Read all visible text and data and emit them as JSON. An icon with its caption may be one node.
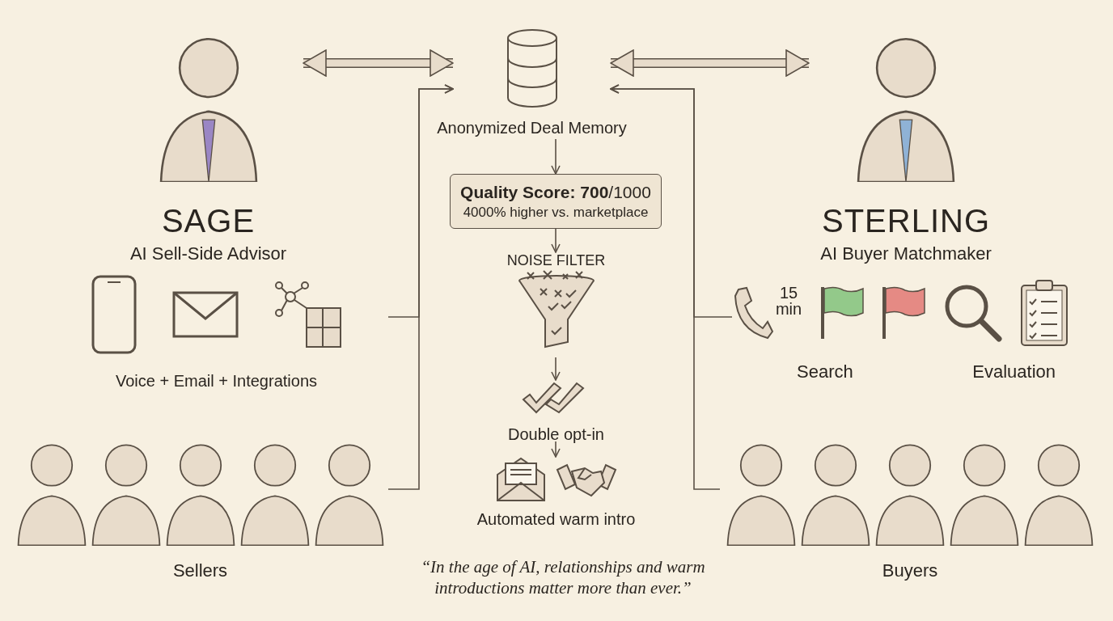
{
  "diagram": {
    "nodes": [
      {
        "text": [
          "SAGE",
          "AI Sell-Side Advisor"
        ]
      },
      {
        "text": [
          "Anonymized Deal Memory"
        ]
      },
      {
        "text": [
          "STERLING",
          "AI Buyer Matchmaker"
        ]
      },
      {
        "text": [
          "Voice + Email + Integrations"
        ]
      },
      {
        "text": [
          "Sellers"
        ]
      },
      {
        "text": [
          "**Quality Score: 700**/1000",
          "4000% higher vs. marketplace"
        ]
      },
      {
        "text": [
          "NOISE FILTER"
        ]
      },
      {
        "text": [
          "Double opt-in"
        ]
      },
      {
        "text": [
          "Automated warm intro"
        ]
      },
      {
        "text": [
          "15 min",
          "Search",
          "Evaluation"
        ]
      },
      {
        "text": [
          "Buyers"
        ]
      }
    ],
    "edges": [
      {
        "from": 0,
        "to": 1,
        "arrow": "both",
        "style": "thick"
      },
      {
        "from": 2,
        "to": 1,
        "arrow": "both",
        "style": "thick"
      },
      {
        "from": 3,
        "to": 1,
        "arrow": "to"
      },
      {
        "from": 4,
        "to": 1,
        "arrow": "to"
      },
      {
        "from": 9,
        "to": 1,
        "arrow": "to"
      },
      {
        "from": 10,
        "to": 1,
        "arrow": "to"
      },
      {
        "from": 1,
        "to": 5,
        "arrow": "to"
      },
      {
        "from": 5,
        "to": 6,
        "arrow": "to"
      },
      {
        "from": 6,
        "to": 7,
        "arrow": "to"
      },
      {
        "from": 7,
        "to": 8,
        "arrow": "to"
      }
    ],
    "caption": "“In the age of AI, relationships and warm introductions matter more than ever.”"
  }
}
